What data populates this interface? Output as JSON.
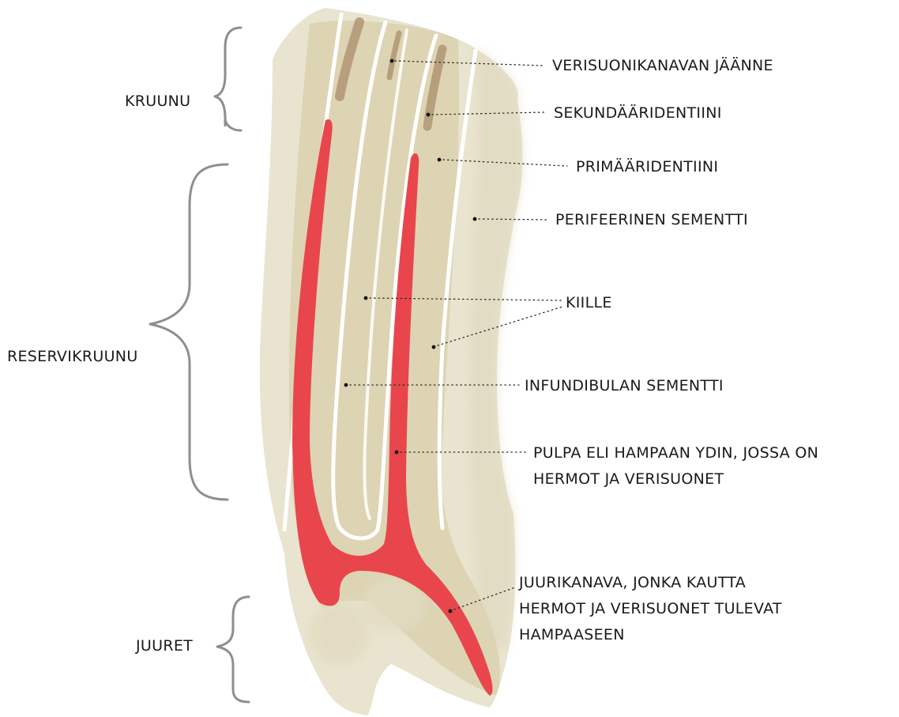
{
  "regions": {
    "crown": "KRUUNU",
    "reserve_crown": "RESERVIKRUUNU",
    "roots": "JUURET"
  },
  "parts": {
    "vascular_canal_remnant": "VERISUONIKANAVAN JÄÄNNE",
    "secondary_dentin": "SEKUNDÄÄRIDENTIINI",
    "primary_dentin": "PRIMÄÄRIDENTIINI",
    "peripheral_cementum": "PERIFEERINEN SEMENTTI",
    "enamel": "KIILLE",
    "infundibular_cementum": "INFUNDIBULAN SEMENTTI",
    "pulp_line1": "PULPA ELI HAMPAAN YDIN, JOSSA ON",
    "pulp_line2": "HERMOT JA VERISUONET",
    "root_canal_line1": "JUURIKANAVA, JONKA KAUTTA",
    "root_canal_line2": "HERMOT JA VERISUONET TULEVAT",
    "root_canal_line3": "HAMPAASEEN"
  },
  "colors": {
    "cementum": "#e9e4cf",
    "dentin": "#ddd4b4",
    "enamel": "#ffffff",
    "pulp": "#e8464c",
    "vascular_remnant": "#b39a78",
    "brace": "#8e8e8e"
  }
}
